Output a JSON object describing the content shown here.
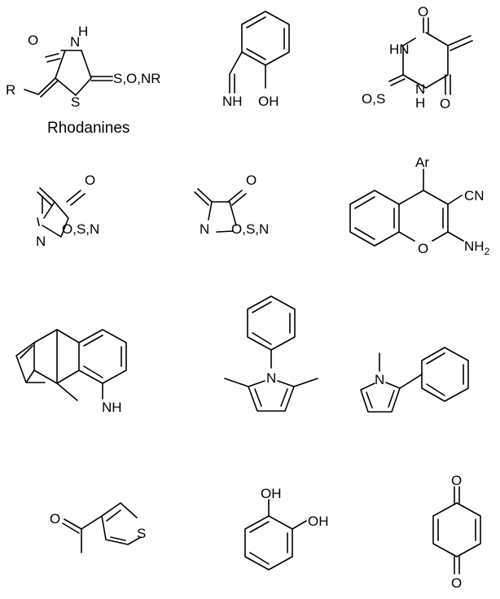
{
  "caption": "Rhodanines",
  "colors": {
    "ink": "#000000",
    "background": "#ffffff"
  },
  "labels": {
    "s1": {
      "o": "O",
      "nh": "N",
      "h": "H",
      "r": "R",
      "s_ring": "S",
      "exo": "S,O,NR"
    },
    "s2": {
      "nh": "NH",
      "oh": "OH"
    },
    "s3": {
      "o1": "O",
      "o2": "O",
      "hn": "HN",
      "n": "N",
      "h": "H",
      "exo": "O,S"
    },
    "s4": {
      "o": "O",
      "n": "N",
      "ring": "O,S,N"
    },
    "s5": {
      "o": "O",
      "n": "N",
      "ring": "O,S,N"
    },
    "s6": {
      "ar": "Ar",
      "cn": "CN",
      "o": "O",
      "nh": "NH",
      "sub": "2"
    },
    "s7": {
      "nh": "NH"
    },
    "s8": {
      "n": "N"
    },
    "s9": {
      "n": "N"
    },
    "s10": {
      "o": "O",
      "s": "S"
    },
    "s11": {
      "oh1": "OH",
      "oh2": "OH"
    },
    "s12": {
      "o1": "O",
      "o2": "O"
    }
  }
}
